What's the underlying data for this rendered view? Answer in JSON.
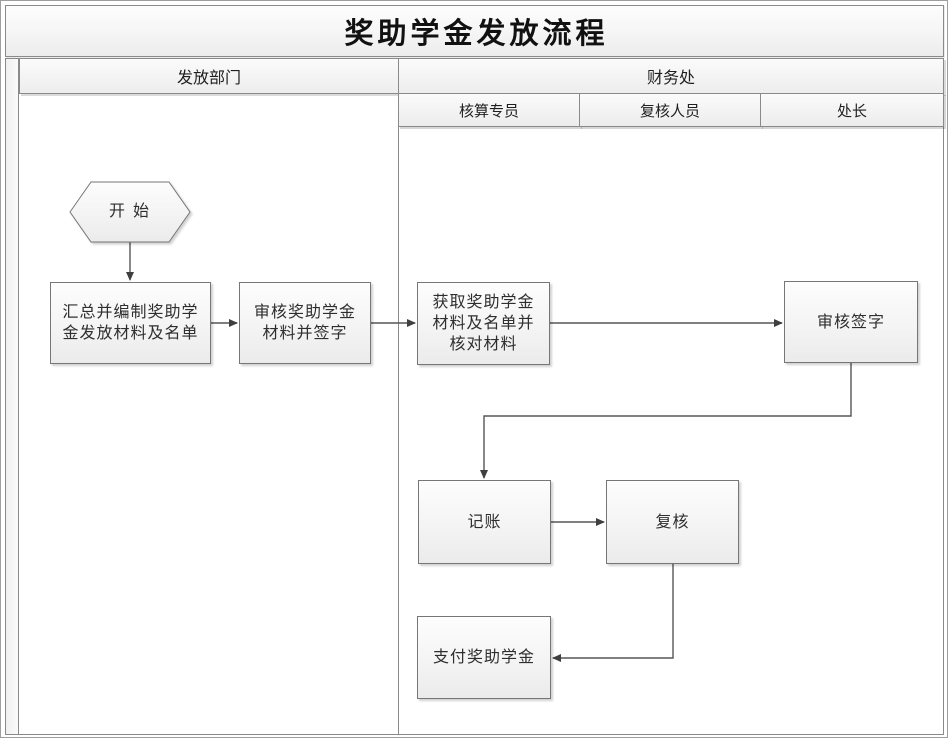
{
  "title": "奖助学金发放流程",
  "lanes": {
    "dept": {
      "label": "发放部门"
    },
    "finance": {
      "label": "财务处",
      "sublanes": [
        {
          "label": "核算专员"
        },
        {
          "label": "复核人员"
        },
        {
          "label": "处长"
        }
      ]
    }
  },
  "nodes": {
    "start": {
      "label": "开始",
      "shape": "hexagon"
    },
    "compile": {
      "label": "汇总并编制奖助学\n金发放材料及名单",
      "shape": "process"
    },
    "dept_review": {
      "label": "审核奖助学金\n材料并签字",
      "shape": "process"
    },
    "obtain": {
      "label": "获取奖助学金\n材料及名单并\n核对材料",
      "shape": "process"
    },
    "audit_sign": {
      "label": "审核签字",
      "shape": "process"
    },
    "bookkeeping": {
      "label": "记账",
      "shape": "process"
    },
    "recheck": {
      "label": "复核",
      "shape": "process"
    },
    "pay": {
      "label": "支付奖助学金",
      "shape": "process"
    }
  },
  "colors": {
    "shape_border": "#767676",
    "frame_border": "#8a8a8a",
    "connector": "#565656",
    "arrowhead": "#3f3f3f",
    "shape_fill_top": "#fdfdfd",
    "shape_fill_bottom": "#ebebeb"
  }
}
